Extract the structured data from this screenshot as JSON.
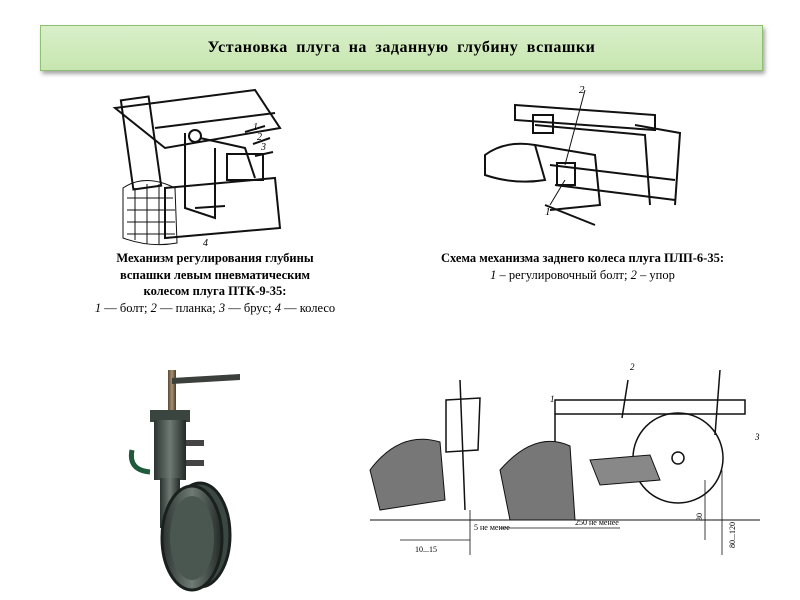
{
  "slide": {
    "title": "Установка плуга на заданную глубину вспашки"
  },
  "figure_left": {
    "caption_bold": "Механизм регулирования глубины вспашки левым пневматическим колесом плуга ПТК-9-35:",
    "legend": [
      {
        "num": "1",
        "text": "болт"
      },
      {
        "num": "2",
        "text": "планка"
      },
      {
        "num": "3",
        "text": "брус"
      },
      {
        "num": "4",
        "text": "колесо"
      }
    ],
    "callouts": [
      "1",
      "2",
      "3",
      "4"
    ]
  },
  "figure_right": {
    "caption_bold": "Схема механизма заднего колеса плуга ПЛП-6-35:",
    "legend": [
      {
        "num": "1",
        "text": "регулировочный болт"
      },
      {
        "num": "2",
        "text": "упор"
      }
    ],
    "callouts": [
      "2",
      "1"
    ]
  },
  "diagram_bottom": {
    "callouts": [
      "1",
      "2",
      "3"
    ],
    "dimensions": [
      "10...15",
      "5 не менее",
      "250 не менее",
      "30",
      "80...120"
    ]
  }
}
